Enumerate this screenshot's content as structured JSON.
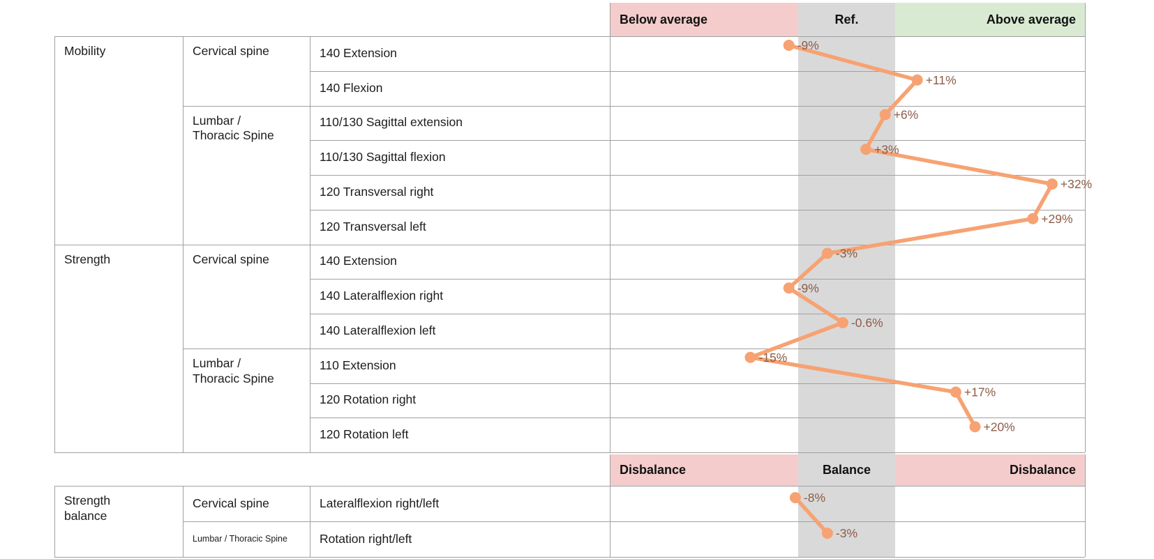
{
  "top_header": {
    "below_average": "Below average",
    "ref": "Ref.",
    "above_average": "Above average"
  },
  "bottom_header": {
    "disbalance_left": "Disbalance",
    "balance": "Balance",
    "disbalance_right": "Disbalance"
  },
  "main_table": {
    "sections": [
      {
        "category": "Mobility",
        "groups": [
          {
            "region": "Cervical spine",
            "measurements": [
              "140 Extension",
              "140 Flexion"
            ]
          },
          {
            "region": "Lumbar / Thoracic Spine",
            "measurements": [
              "110/130 Sagittal extension",
              "110/130 Sagittal flexion",
              "120 Transversal right",
              "120 Transversal left"
            ]
          }
        ]
      },
      {
        "category": "Strength",
        "groups": [
          {
            "region": "Cervical spine",
            "measurements": [
              "140 Extension",
              "140 Lateralflexion right",
              "140 Lateralflexion left"
            ]
          },
          {
            "region": "Lumbar / Thoracic Spine",
            "measurements": [
              "110 Extension",
              "120 Rotation right",
              "120 Rotation left"
            ]
          }
        ]
      }
    ]
  },
  "balance_table": {
    "category": "Strength balance",
    "rows": [
      {
        "region": "Cervical spine",
        "measurement": "Lateralflexion right/left"
      },
      {
        "region": "Lumbar / Thoracic Spine",
        "measurement": "Rotation right/left"
      }
    ]
  },
  "chart_data": {
    "type": "line",
    "orientation": "horizontal-rows",
    "x_axis": {
      "min_pct": -37,
      "max_pct": 37,
      "ref_band_pct": [
        -7.5,
        7.5
      ],
      "grid": true
    },
    "zones_top": {
      "left": "Below average",
      "center": "Ref.",
      "right": "Above average"
    },
    "zones_bottom": {
      "left": "Disbalance",
      "center": "Balance",
      "right": "Disbalance"
    },
    "series": [
      {
        "name": "deviation-from-reference",
        "points": [
          {
            "row": "140 Extension",
            "value": -9,
            "label": "-9%"
          },
          {
            "row": "140 Flexion",
            "value": 11,
            "label": "+11%"
          },
          {
            "row": "110/130 Sagittal extension",
            "value": 6,
            "label": "+6%"
          },
          {
            "row": "110/130 Sagittal flexion",
            "value": 3,
            "label": "+3%"
          },
          {
            "row": "120 Transversal right",
            "value": 32,
            "label": "+32%"
          },
          {
            "row": "120 Transversal left",
            "value": 29,
            "label": "+29%"
          },
          {
            "row": "140 Extension",
            "value": -3,
            "label": "-3%"
          },
          {
            "row": "140 Lateralflexion right",
            "value": -9,
            "label": "-9%"
          },
          {
            "row": "140 Lateralflexion left",
            "value": -0.6,
            "label": "-0.6%"
          },
          {
            "row": "110 Extension",
            "value": -15,
            "label": "-15%"
          },
          {
            "row": "120 Rotation right",
            "value": 17,
            "label": "+17%"
          },
          {
            "row": "120 Rotation left",
            "value": 20,
            "label": "+20%"
          }
        ]
      },
      {
        "name": "balance-deviation",
        "points": [
          {
            "row": "Lateralflexion right/left",
            "value": -8,
            "label": "-8%"
          },
          {
            "row": "Rotation right/left",
            "value": -3,
            "label": "-3%"
          }
        ]
      }
    ]
  },
  "colors": {
    "below_average_bg": "#f4cccc",
    "ref_band_bg": "#d9d9d9",
    "above_average_bg": "#d9ead3",
    "line": "#f7a272",
    "point_label_text": "#8d5c48"
  }
}
